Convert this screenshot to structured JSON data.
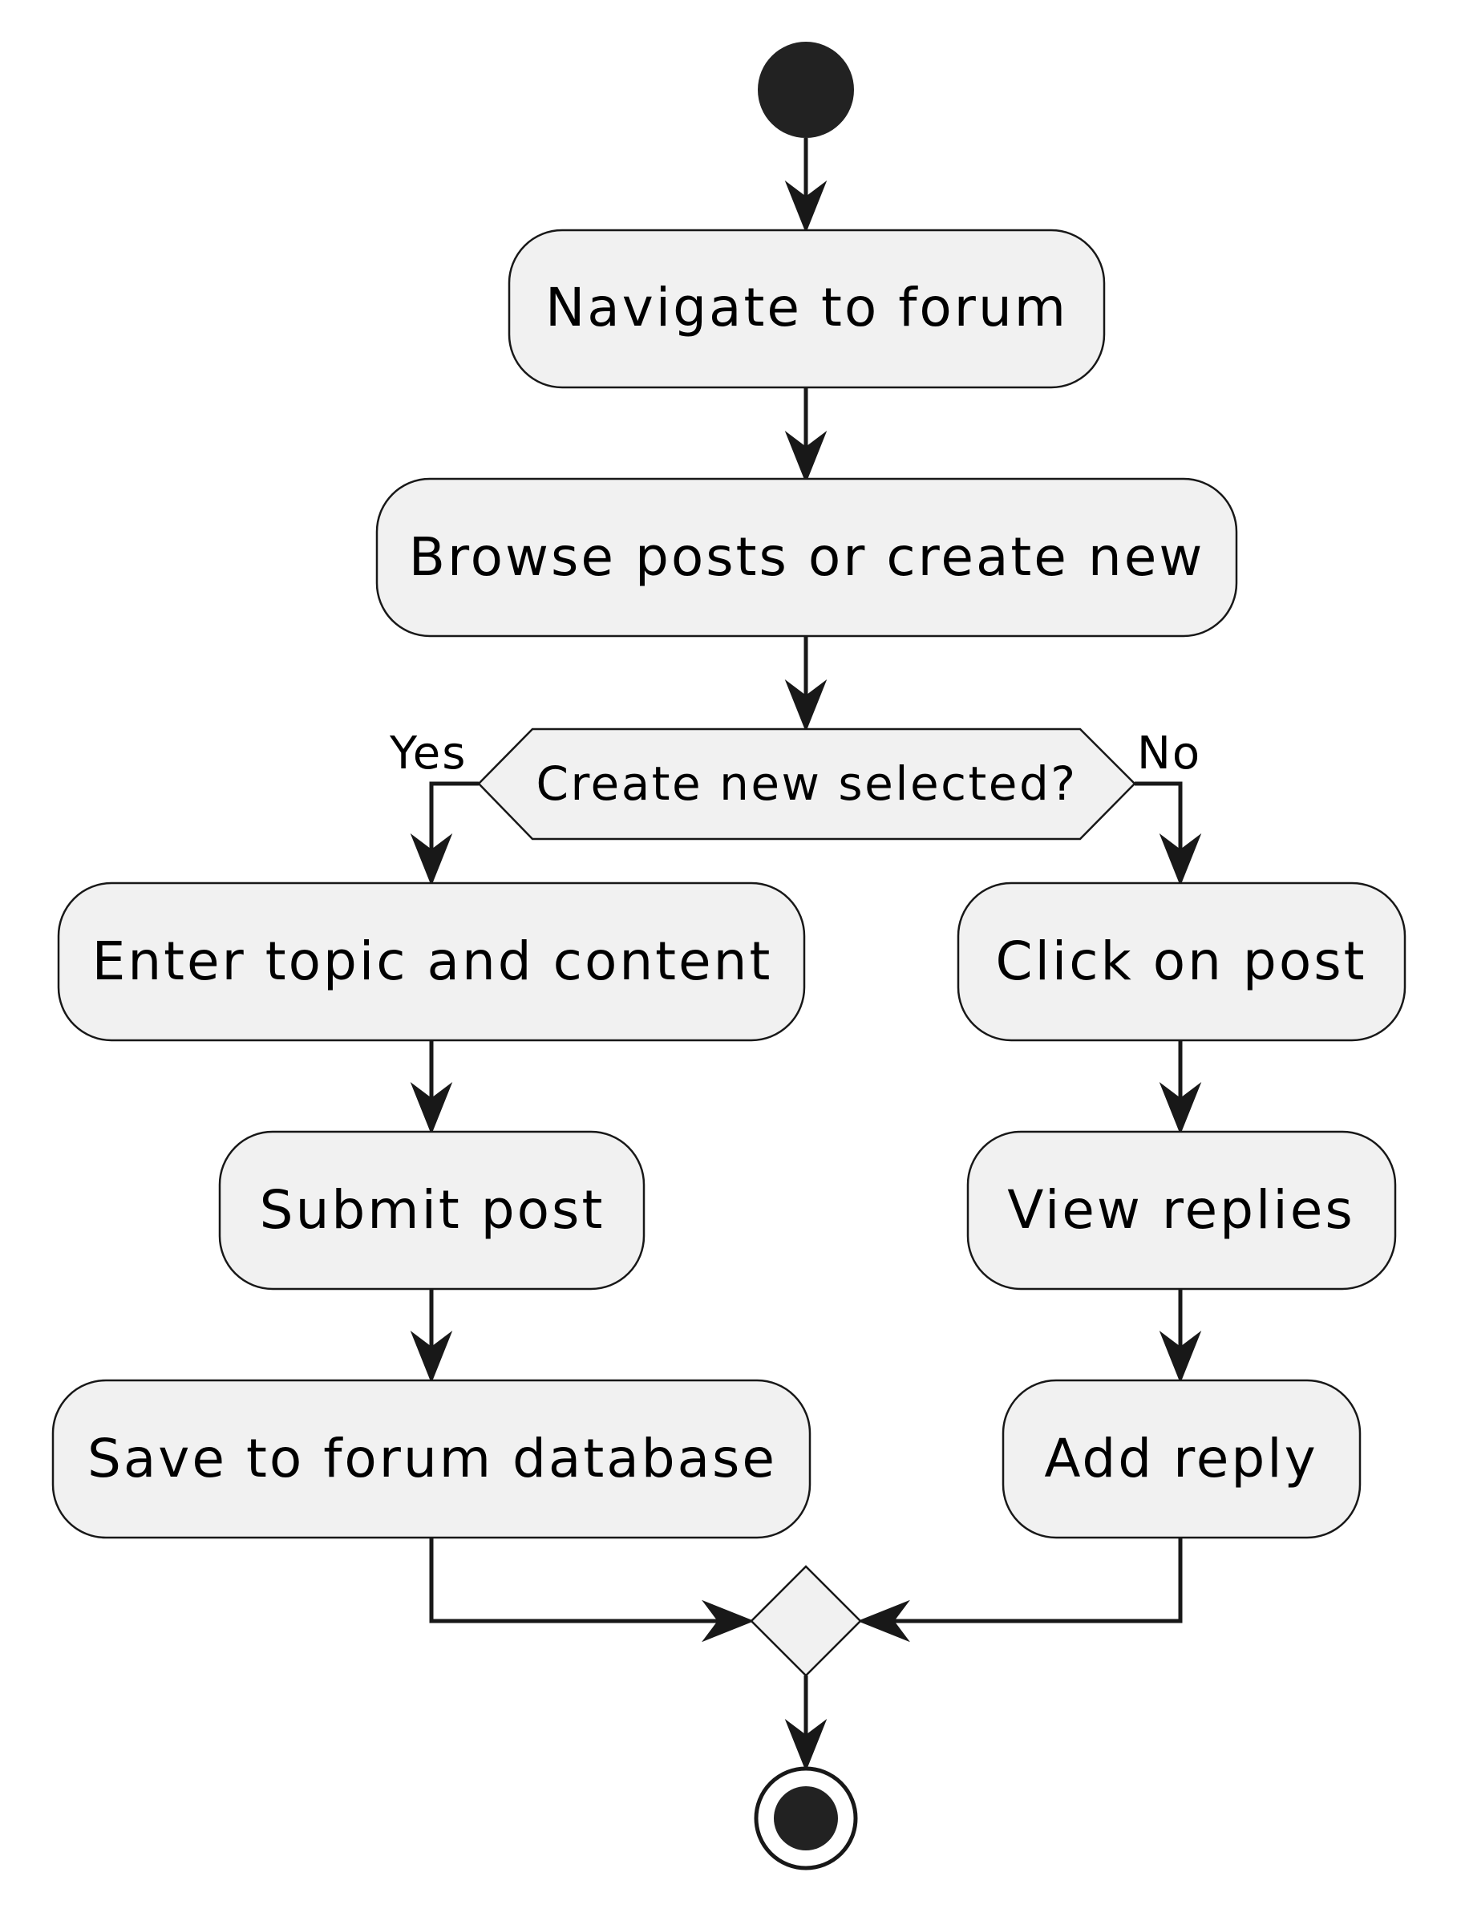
{
  "diagram": {
    "type": "activity-diagram",
    "colors": {
      "node_fill": "#f1f1f1",
      "stroke": "#181818",
      "start_end": "#222222",
      "text": "#000000"
    },
    "start": "start-node",
    "end": "end-node",
    "actions": {
      "navigate": "Navigate to forum",
      "browse": "Browse posts or create new",
      "enter_topic": "Enter topic and content",
      "submit_post": "Submit post",
      "save_db": "Save to forum database",
      "click_post": "Click on post",
      "view_replies": "View replies",
      "add_reply": "Add reply"
    },
    "decision": {
      "question": "Create new selected?",
      "yes_label": "Yes",
      "no_label": "No"
    },
    "edges": [
      {
        "from": "start",
        "to": "navigate"
      },
      {
        "from": "navigate",
        "to": "browse"
      },
      {
        "from": "browse",
        "to": "decision"
      },
      {
        "from": "decision",
        "to": "enter_topic",
        "label": "Yes"
      },
      {
        "from": "decision",
        "to": "click_post",
        "label": "No"
      },
      {
        "from": "enter_topic",
        "to": "submit_post"
      },
      {
        "from": "submit_post",
        "to": "save_db"
      },
      {
        "from": "click_post",
        "to": "view_replies"
      },
      {
        "from": "view_replies",
        "to": "add_reply"
      },
      {
        "from": "save_db",
        "to": "merge"
      },
      {
        "from": "add_reply",
        "to": "merge"
      },
      {
        "from": "merge",
        "to": "end"
      }
    ]
  }
}
